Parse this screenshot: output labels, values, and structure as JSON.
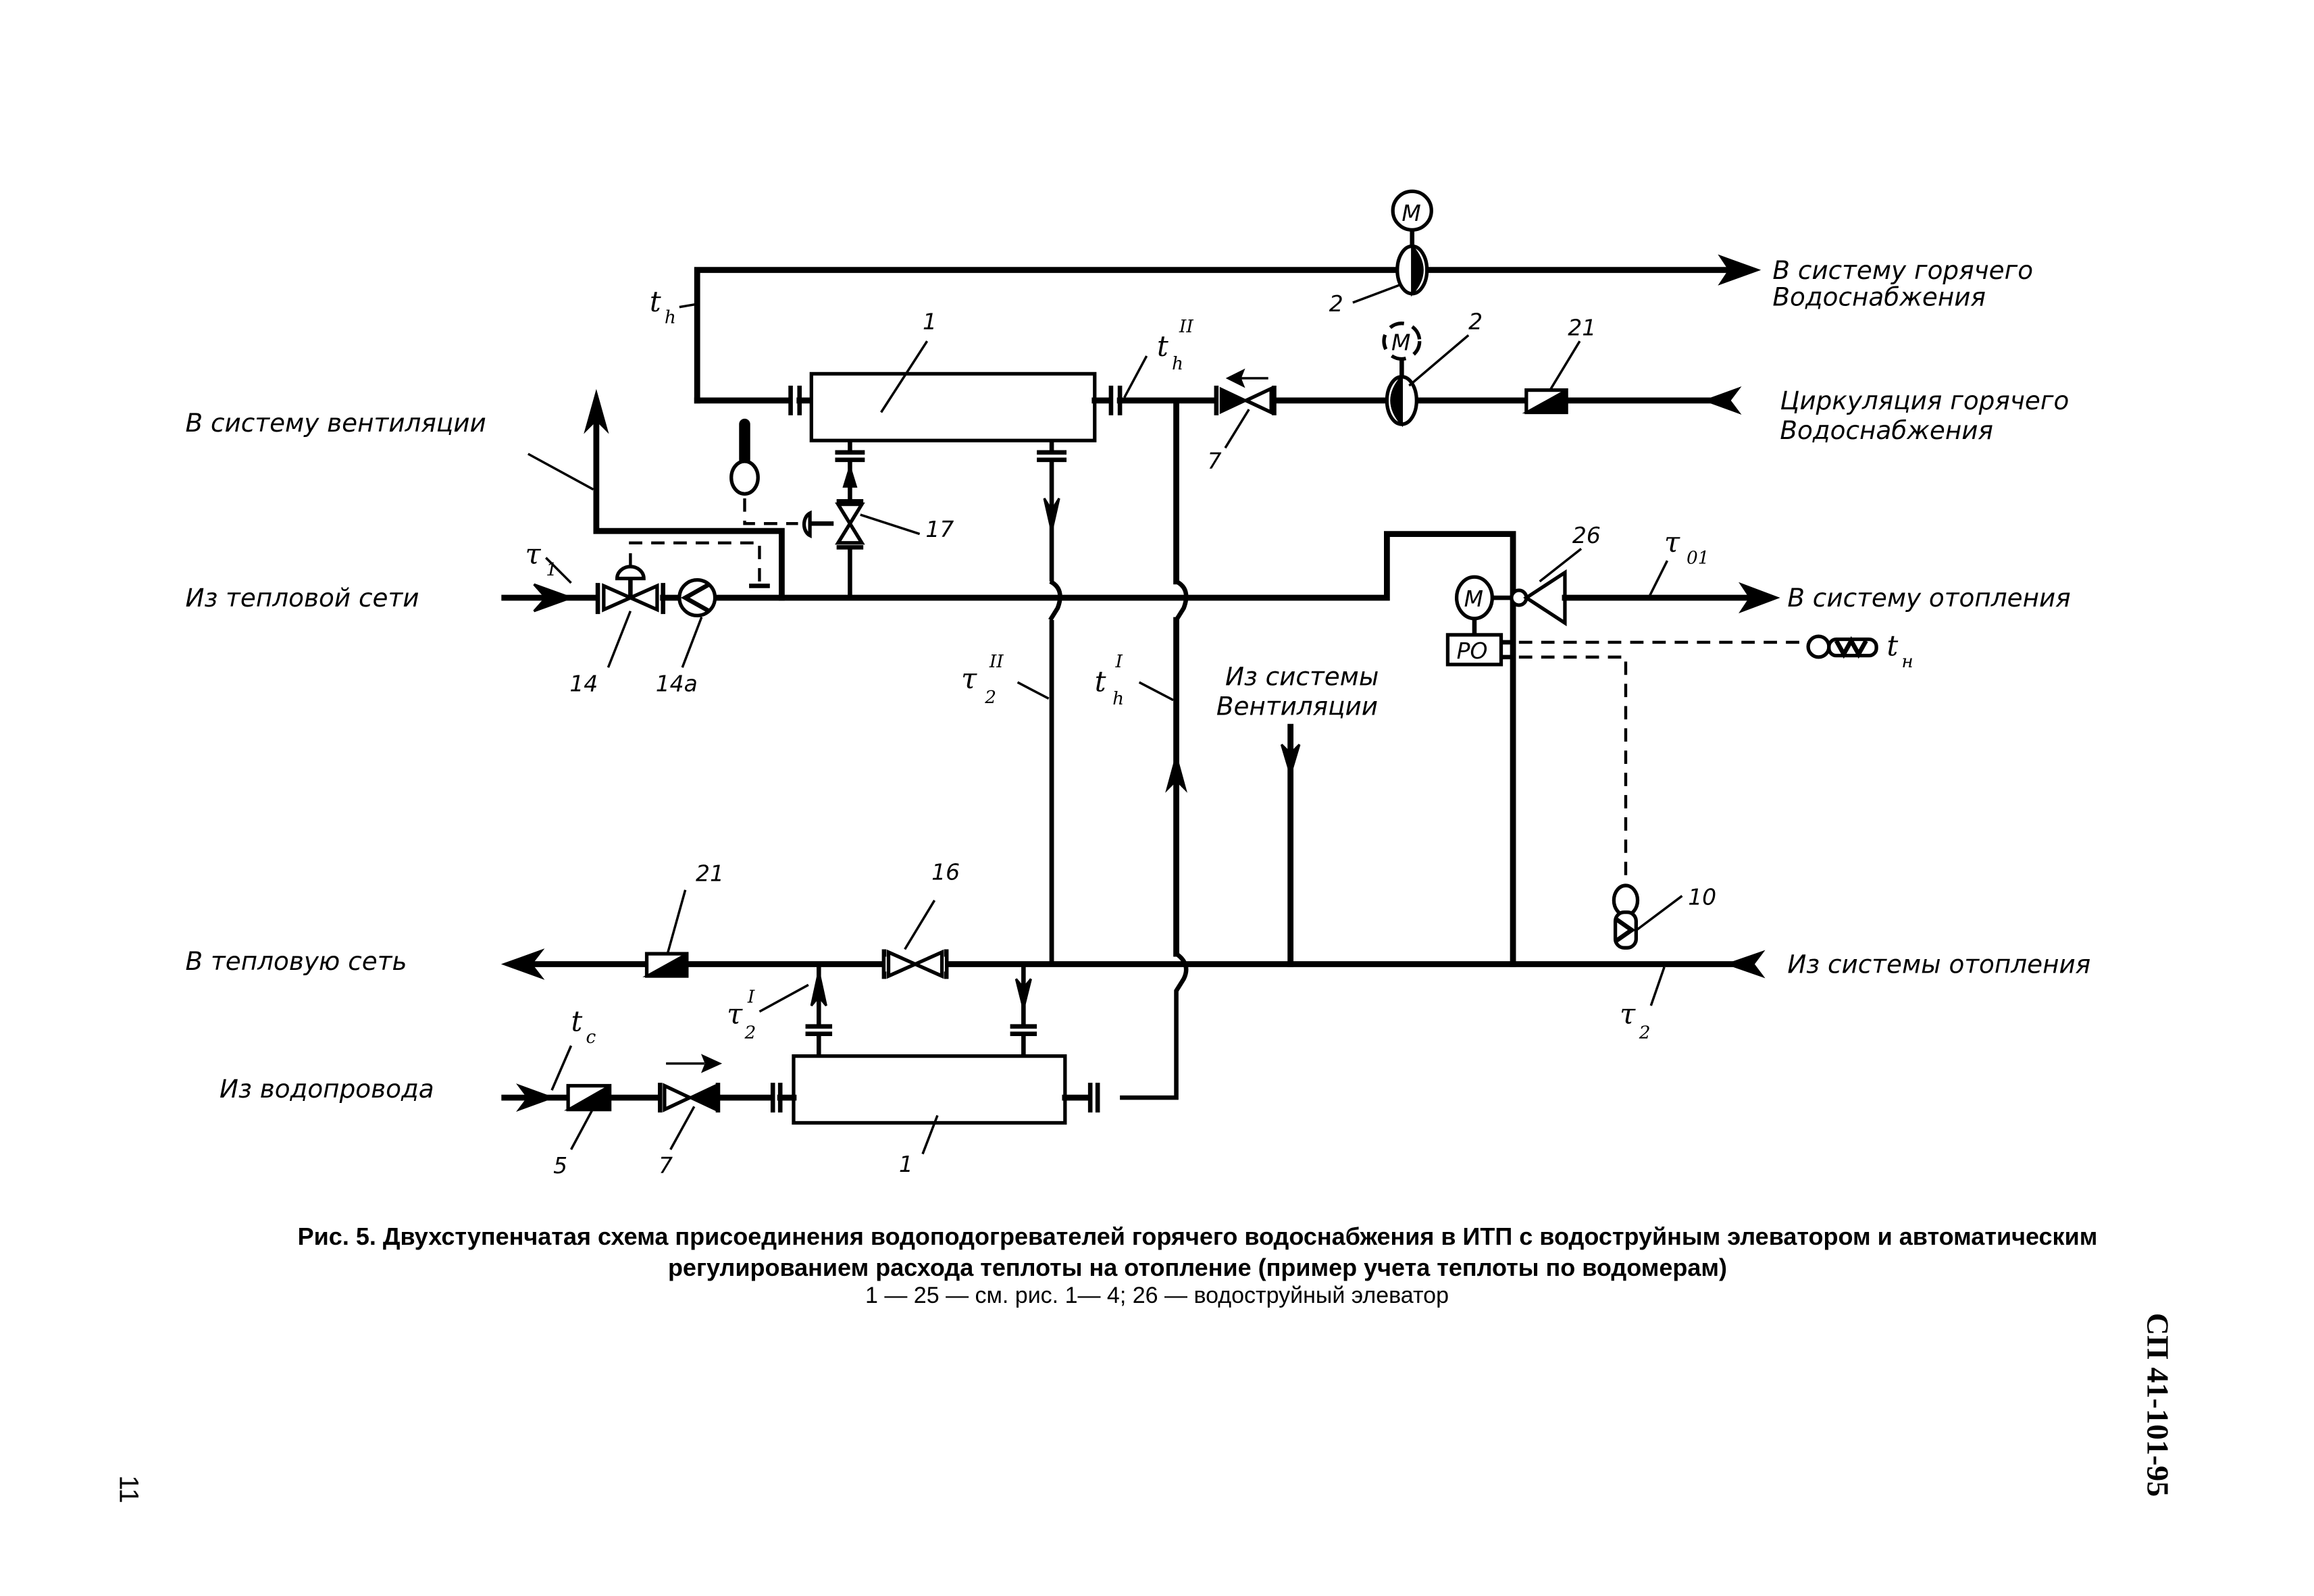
{
  "labels": {
    "hot_water_out_1": "В систему горячего",
    "hot_water_out_2": "Водоснабжения",
    "circulation_1": "Циркуляция горячего",
    "circulation_2": "Водоснабжения",
    "to_ventilation": "В систему вентиляции",
    "from_heat_network": "Из тепловой сети",
    "to_heating": "В систему отопления",
    "from_ventilation_1": "Из системы",
    "from_ventilation_2": "Вентиляции",
    "to_heat_network": "В тепловую сеть",
    "from_heating": "Из системы отопления",
    "from_water_supply": "Из водопровода"
  },
  "symbols": {
    "th": {
      "main": "t",
      "sub": "h"
    },
    "th_II": {
      "main": "t",
      "sub": "h",
      "sup": "II"
    },
    "th_I": {
      "main": "t",
      "sub": "h",
      "sup": "I"
    },
    "tau1": {
      "main": "τ",
      "sub": "1"
    },
    "tau01": {
      "main": "τ",
      "sub": "01"
    },
    "tau2_II": {
      "main": "τ",
      "sub": "2",
      "sup": "II"
    },
    "tau2_I": {
      "main": "τ",
      "sub": "2",
      "sup": "I"
    },
    "tau2": {
      "main": "τ",
      "sub": "2"
    },
    "tc": {
      "main": "t",
      "sub": "c"
    },
    "tn": {
      "main": "t",
      "sub": "н"
    }
  },
  "component_numbers": {
    "heater_top": "1",
    "heater_bottom": "1",
    "pump_main": "2",
    "pump_reserve": "2",
    "filter_circulation": "21",
    "filter_return": "21",
    "valve_circulation": "7",
    "valve_cold_water": "7",
    "regulator_17": "17",
    "regulator_14": "14",
    "meter_14a": "14а",
    "elevator_26": "26",
    "sensor_10": "10",
    "valve_16": "16",
    "meter_5": "5"
  },
  "device_text": {
    "motor": "M",
    "regulator_box": "РО"
  },
  "caption": {
    "title_line1": "Рис. 5. Двухступенчатая схема присоединения водоподогревателей горячего водоснабжения в ИТП с водоструйным элеватором и автоматическим",
    "title_line2": "регулированием расхода теплоты на отопление (пример учета теплоты по водомерам)",
    "note": "1 — 25 — см. рис. 1— 4; 26 — водоструйный элеватор"
  },
  "document_code": "СП 41-101-95",
  "page_number": "11"
}
